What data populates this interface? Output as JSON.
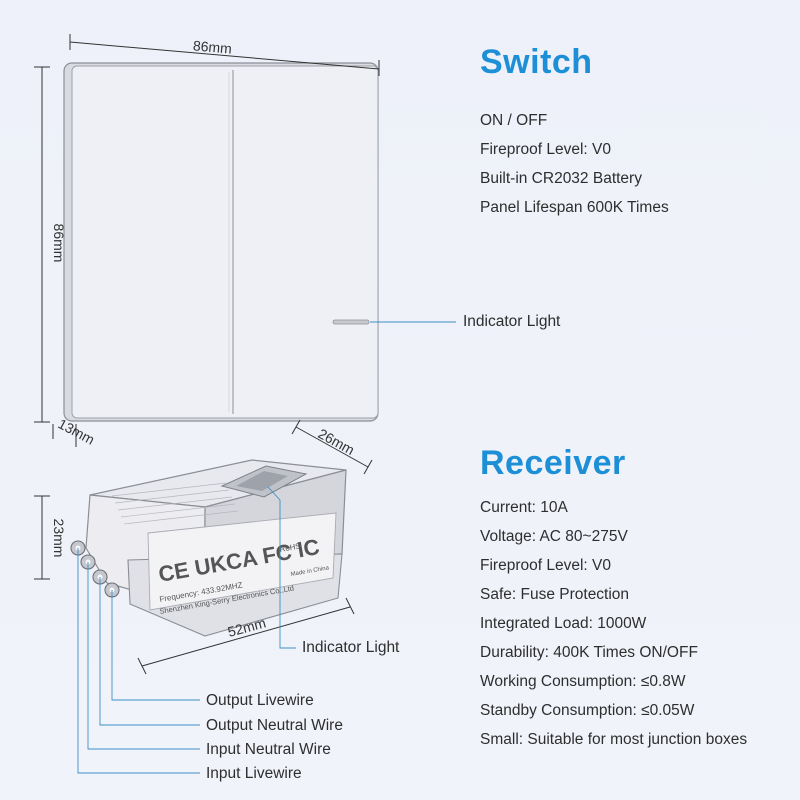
{
  "switch": {
    "title": "Switch",
    "specs": [
      "ON / OFF",
      "Fireproof Level: V0",
      "Built-in CR2032 Battery",
      "Panel Lifespan 600K Times"
    ],
    "indicator_label": "Indicator Light",
    "dim_width": "86mm",
    "dim_height": "86mm",
    "dim_depth": "13mm"
  },
  "receiver": {
    "title": "Receiver",
    "specs": [
      "Current: 10A",
      "Voltage: AC 80~275V",
      "Fireproof Level: V0",
      "Safe: Fuse Protection",
      "Integrated Load: 1000W",
      "Durability: 400K Times ON/OFF",
      "Working Consumption: ≤0.8W",
      "Standby Consumption: ≤0.05W",
      "Small: Suitable for most junction boxes"
    ],
    "indicator_label": "Indicator Light",
    "dim_depth": "26mm",
    "dim_height": "23mm",
    "dim_length": "52mm",
    "wires": [
      "Output Livewire",
      "Output Neutral Wire",
      "Input Neutral Wire",
      "Input Livewire"
    ],
    "print": {
      "certs": "CE UKCA FC IC",
      "rohs": "RoHS",
      "made_in": "Made in China",
      "frequency": "Frequency:  433.92MHZ",
      "company": "Shenzhen King-Serry Electronics Co.,Ltd"
    }
  },
  "colors": {
    "accent": "#1c8fd6",
    "leader": "#3c8fc6",
    "background": "#eef1f9"
  }
}
